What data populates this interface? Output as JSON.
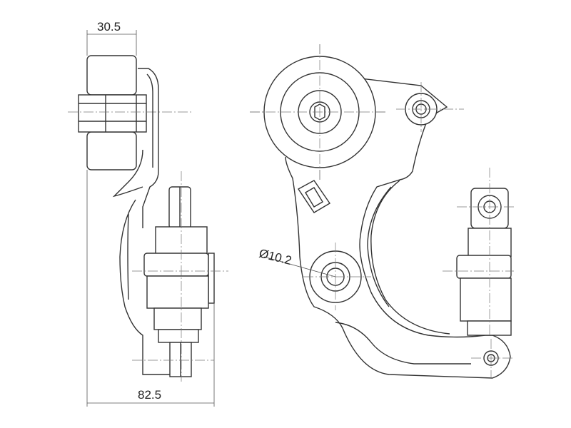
{
  "dimensions": {
    "top_width": "30.5",
    "bottom_width": "82.5",
    "hole_diameter": "Ø10.2"
  }
}
